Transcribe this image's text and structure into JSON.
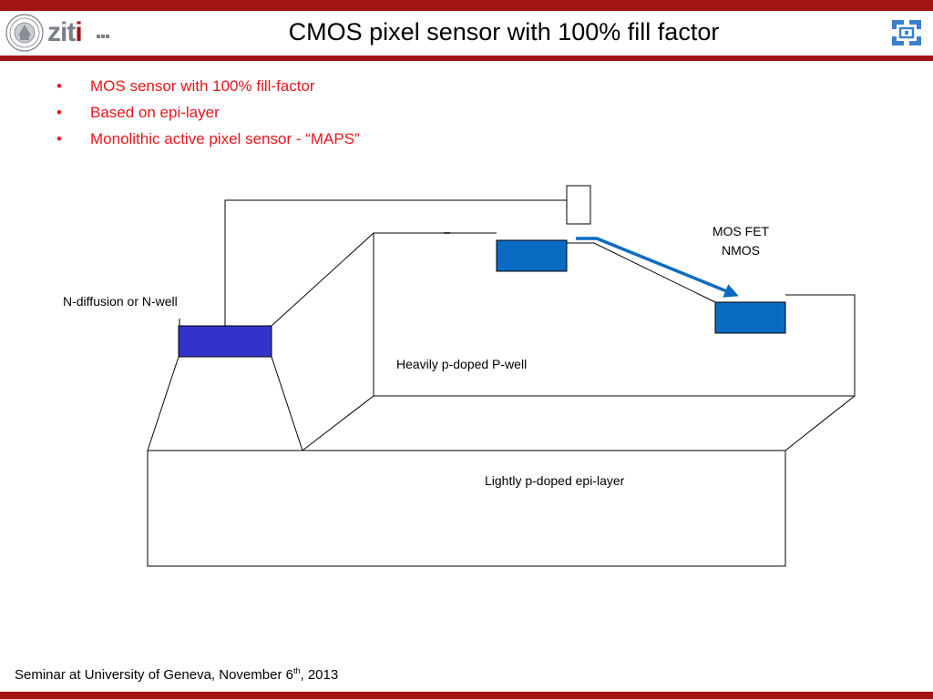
{
  "header": {
    "title": "CMOS pixel sensor with 100% fill factor",
    "logo_wordmark_prefix": "zit",
    "logo_wordmark_i": "i"
  },
  "bullets": [
    {
      "marker": "•",
      "text": "MOS sensor with 100% fill-factor"
    },
    {
      "marker": "•",
      "text": "Based on epi-layer"
    },
    {
      "marker": "•",
      "text": "Monolithic active pixel sensor  - “MAPS”"
    }
  ],
  "diagram": {
    "labels": {
      "n_diffusion": "N-diffusion or N-well",
      "mosfet_line1": "MOS FET",
      "mosfet_line2": "NMOS",
      "p_well": "Heavily p-doped P-well",
      "epi_layer": "Lightly p-doped epi-layer"
    },
    "colors": {
      "n_diffusion_fill": "#3333cc",
      "mos_gate_fill": "#0a6bc2",
      "arrow": "#0a6bc2",
      "outline": "#000000"
    }
  },
  "footer": {
    "text_before_sup": "Seminar at University of Geneva, November 6",
    "superscript": "th",
    "text_after_sup": ", 2013"
  },
  "theme": {
    "bar_color": "#a01414",
    "bullet_color": "#e8161b",
    "logo_gray": "#7a7f86"
  }
}
